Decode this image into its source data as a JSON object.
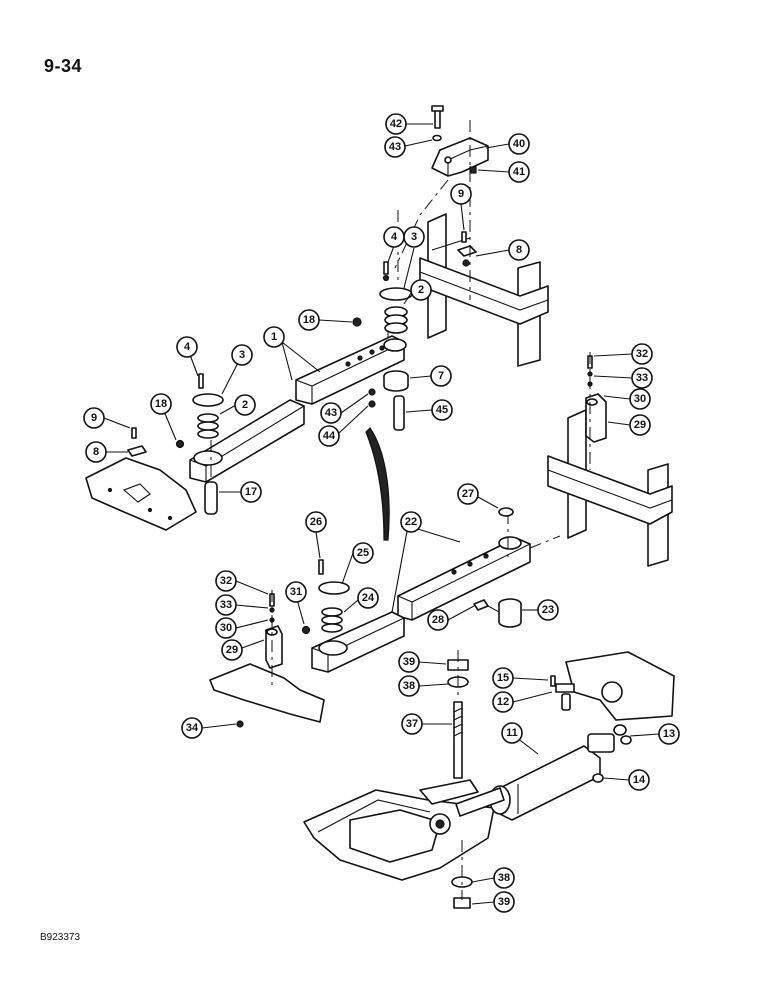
{
  "page": {
    "number": "9-34",
    "figure_code": "B923373"
  },
  "callouts": [
    {
      "id": "c42",
      "label": "42"
    },
    {
      "id": "c43a",
      "label": "43"
    },
    {
      "id": "c40",
      "label": "40"
    },
    {
      "id": "c41",
      "label": "41"
    },
    {
      "id": "c9a",
      "label": "9"
    },
    {
      "id": "c8a",
      "label": "8"
    },
    {
      "id": "c4a",
      "label": "4"
    },
    {
      "id": "c3a",
      "label": "3"
    },
    {
      "id": "c2a",
      "label": "2"
    },
    {
      "id": "c18a",
      "label": "18"
    },
    {
      "id": "c1",
      "label": "1"
    },
    {
      "id": "c4b",
      "label": "4"
    },
    {
      "id": "c3b",
      "label": "3"
    },
    {
      "id": "c2b",
      "label": "2"
    },
    {
      "id": "c7",
      "label": "7"
    },
    {
      "id": "c43b",
      "label": "43"
    },
    {
      "id": "c44",
      "label": "44"
    },
    {
      "id": "c45",
      "label": "45"
    },
    {
      "id": "c9b",
      "label": "9"
    },
    {
      "id": "c18b",
      "label": "18"
    },
    {
      "id": "c8b",
      "label": "8"
    },
    {
      "id": "c17",
      "label": "17"
    },
    {
      "id": "c32a",
      "label": "32"
    },
    {
      "id": "c33a",
      "label": "33"
    },
    {
      "id": "c30a",
      "label": "30"
    },
    {
      "id": "c29a",
      "label": "29"
    },
    {
      "id": "c27",
      "label": "27"
    },
    {
      "id": "c26",
      "label": "26"
    },
    {
      "id": "c25",
      "label": "25"
    },
    {
      "id": "c22",
      "label": "22"
    },
    {
      "id": "c32b",
      "label": "32"
    },
    {
      "id": "c33b",
      "label": "33"
    },
    {
      "id": "c30b",
      "label": "30"
    },
    {
      "id": "c29b",
      "label": "29"
    },
    {
      "id": "c31",
      "label": "31"
    },
    {
      "id": "c24",
      "label": "24"
    },
    {
      "id": "c28",
      "label": "28"
    },
    {
      "id": "c23",
      "label": "23"
    },
    {
      "id": "c39a",
      "label": "39"
    },
    {
      "id": "c38a",
      "label": "38"
    },
    {
      "id": "c15",
      "label": "15"
    },
    {
      "id": "c12",
      "label": "12"
    },
    {
      "id": "c37",
      "label": "37"
    },
    {
      "id": "c11",
      "label": "11"
    },
    {
      "id": "c13",
      "label": "13"
    },
    {
      "id": "c14",
      "label": "14"
    },
    {
      "id": "c34",
      "label": "34"
    },
    {
      "id": "c38b",
      "label": "38"
    },
    {
      "id": "c39b",
      "label": "39"
    }
  ]
}
